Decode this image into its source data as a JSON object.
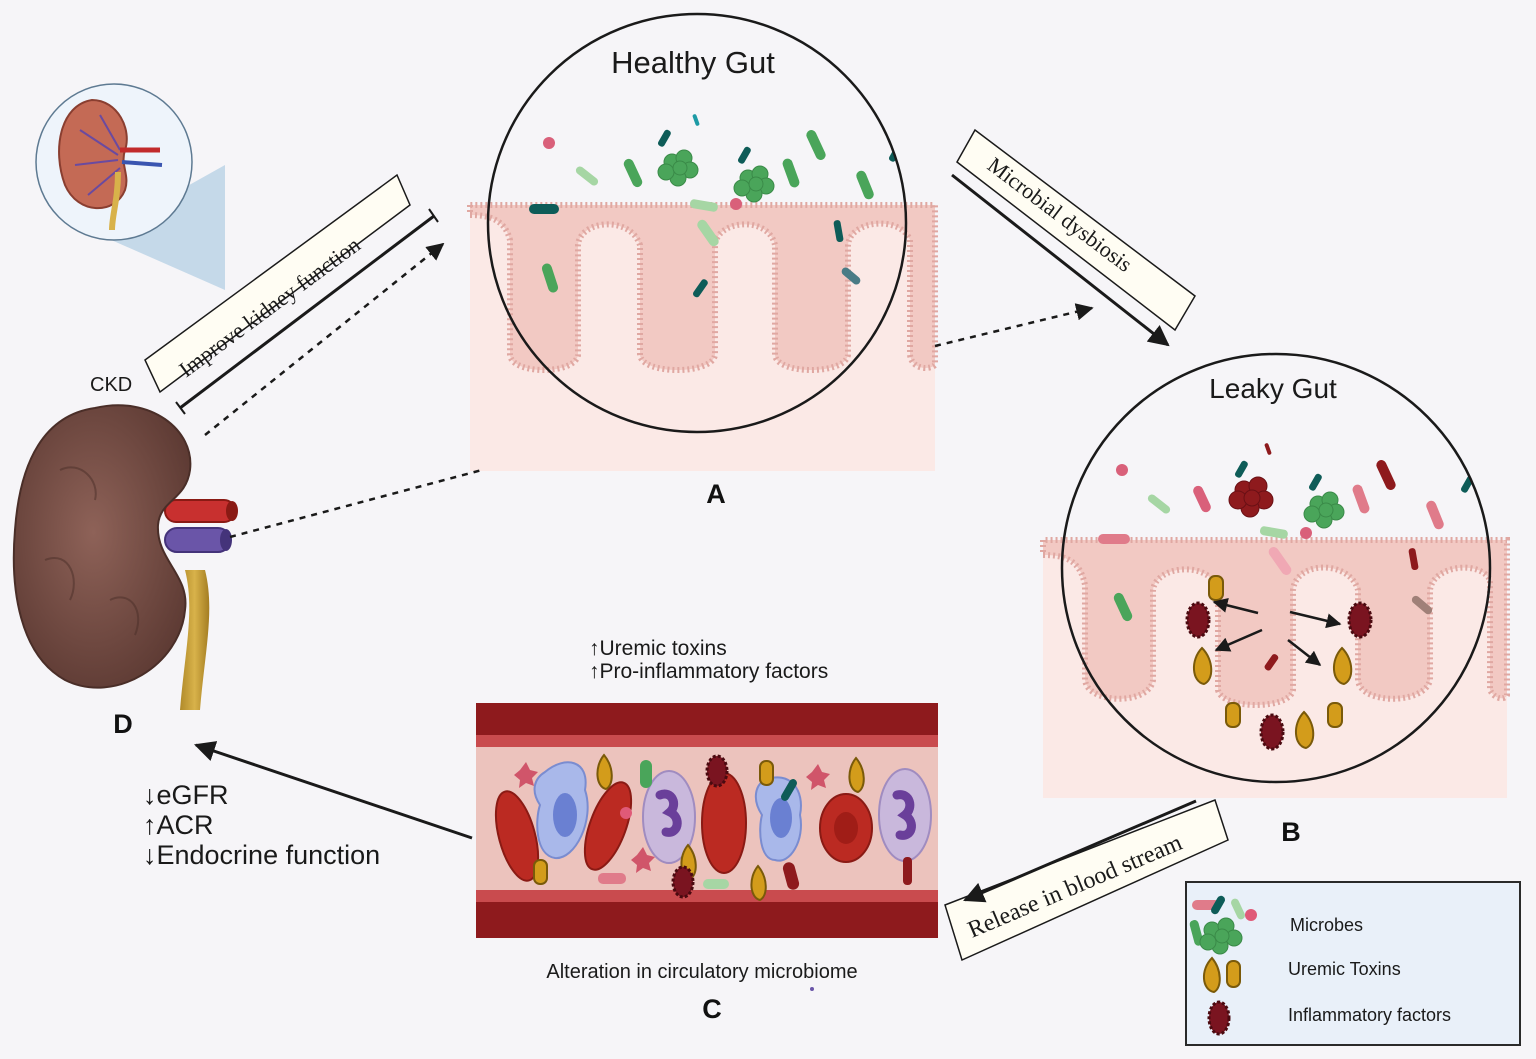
{
  "panels": {
    "healthy": {
      "title": "Healthy Gut",
      "letter": "A"
    },
    "leaky": {
      "title": "Leaky Gut",
      "letter": "B"
    },
    "blood": {
      "line1": "Uremic toxins",
      "line2": "Pro-inflammatory factors",
      "caption": "Alteration in circulatory microbiome",
      "letter": "C",
      "up_arrow": "↑"
    },
    "kidney": {
      "label": "CKD",
      "letter": "D",
      "effects": [
        {
          "arrow": "↓",
          "text": "eGFR"
        },
        {
          "arrow": "↑",
          "text": "ACR"
        },
        {
          "arrow": "↓",
          "text": "Endocrine function"
        }
      ]
    }
  },
  "processes": {
    "improve": "Improve kidney function",
    "dysbiosis": "Microbial dysbiosis",
    "release": "Release in blood stream"
  },
  "legend": {
    "items": [
      {
        "label": "Microbes",
        "icon": "microbes-icon"
      },
      {
        "label": "Uremic Toxins",
        "icon": "uremic-toxin-icon"
      },
      {
        "label": "Inflammatory factors",
        "icon": "inflammatory-factor-icon"
      }
    ]
  },
  "colors": {
    "tissue": "#f5d7d2",
    "villus": "#e7b3ad",
    "blood_dark": "#8e1a1d",
    "plasma": "#ecc3bd",
    "rbc": "#bb2a22",
    "toxin": "#d39c1b",
    "inflammatory": "#7a1420",
    "microbe_green": "#4aa55a",
    "microbe_teal": "#0e5c58",
    "microbe_pink": "#d9607a",
    "kidney": "#7a5048"
  }
}
